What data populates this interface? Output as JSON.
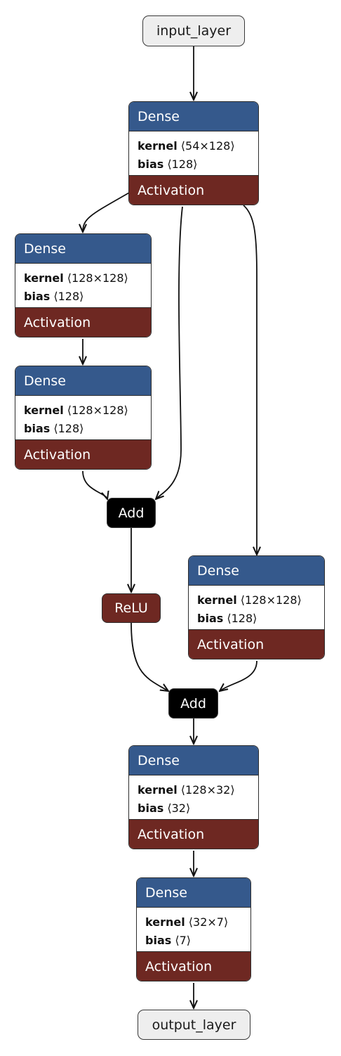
{
  "input": {
    "label": "input_layer"
  },
  "output": {
    "label": "output_layer"
  },
  "dense": [
    {
      "title": "Dense",
      "kernel_label": "kernel",
      "kernel_shape": "⟨54×128⟩",
      "bias_label": "bias",
      "bias_shape": "⟨128⟩",
      "activation": "Activation"
    },
    {
      "title": "Dense",
      "kernel_label": "kernel",
      "kernel_shape": "⟨128×128⟩",
      "bias_label": "bias",
      "bias_shape": "⟨128⟩",
      "activation": "Activation"
    },
    {
      "title": "Dense",
      "kernel_label": "kernel",
      "kernel_shape": "⟨128×128⟩",
      "bias_label": "bias",
      "bias_shape": "⟨128⟩",
      "activation": "Activation"
    },
    {
      "title": "Dense",
      "kernel_label": "kernel",
      "kernel_shape": "⟨128×128⟩",
      "bias_label": "bias",
      "bias_shape": "⟨128⟩",
      "activation": "Activation"
    },
    {
      "title": "Dense",
      "kernel_label": "kernel",
      "kernel_shape": "⟨128×32⟩",
      "bias_label": "bias",
      "bias_shape": "⟨32⟩",
      "activation": "Activation"
    },
    {
      "title": "Dense",
      "kernel_label": "kernel",
      "kernel_shape": "⟨32×7⟩",
      "bias_label": "bias",
      "bias_shape": "⟨7⟩",
      "activation": "Activation"
    }
  ],
  "add_nodes": [
    {
      "label": "Add"
    },
    {
      "label": "Add"
    }
  ],
  "relu": {
    "label": "ReLU"
  },
  "colors": {
    "dense_header": "#35598c",
    "activation": "#6e2822",
    "add": "#000000",
    "io": "#eeeeee",
    "edge": "#111111"
  }
}
